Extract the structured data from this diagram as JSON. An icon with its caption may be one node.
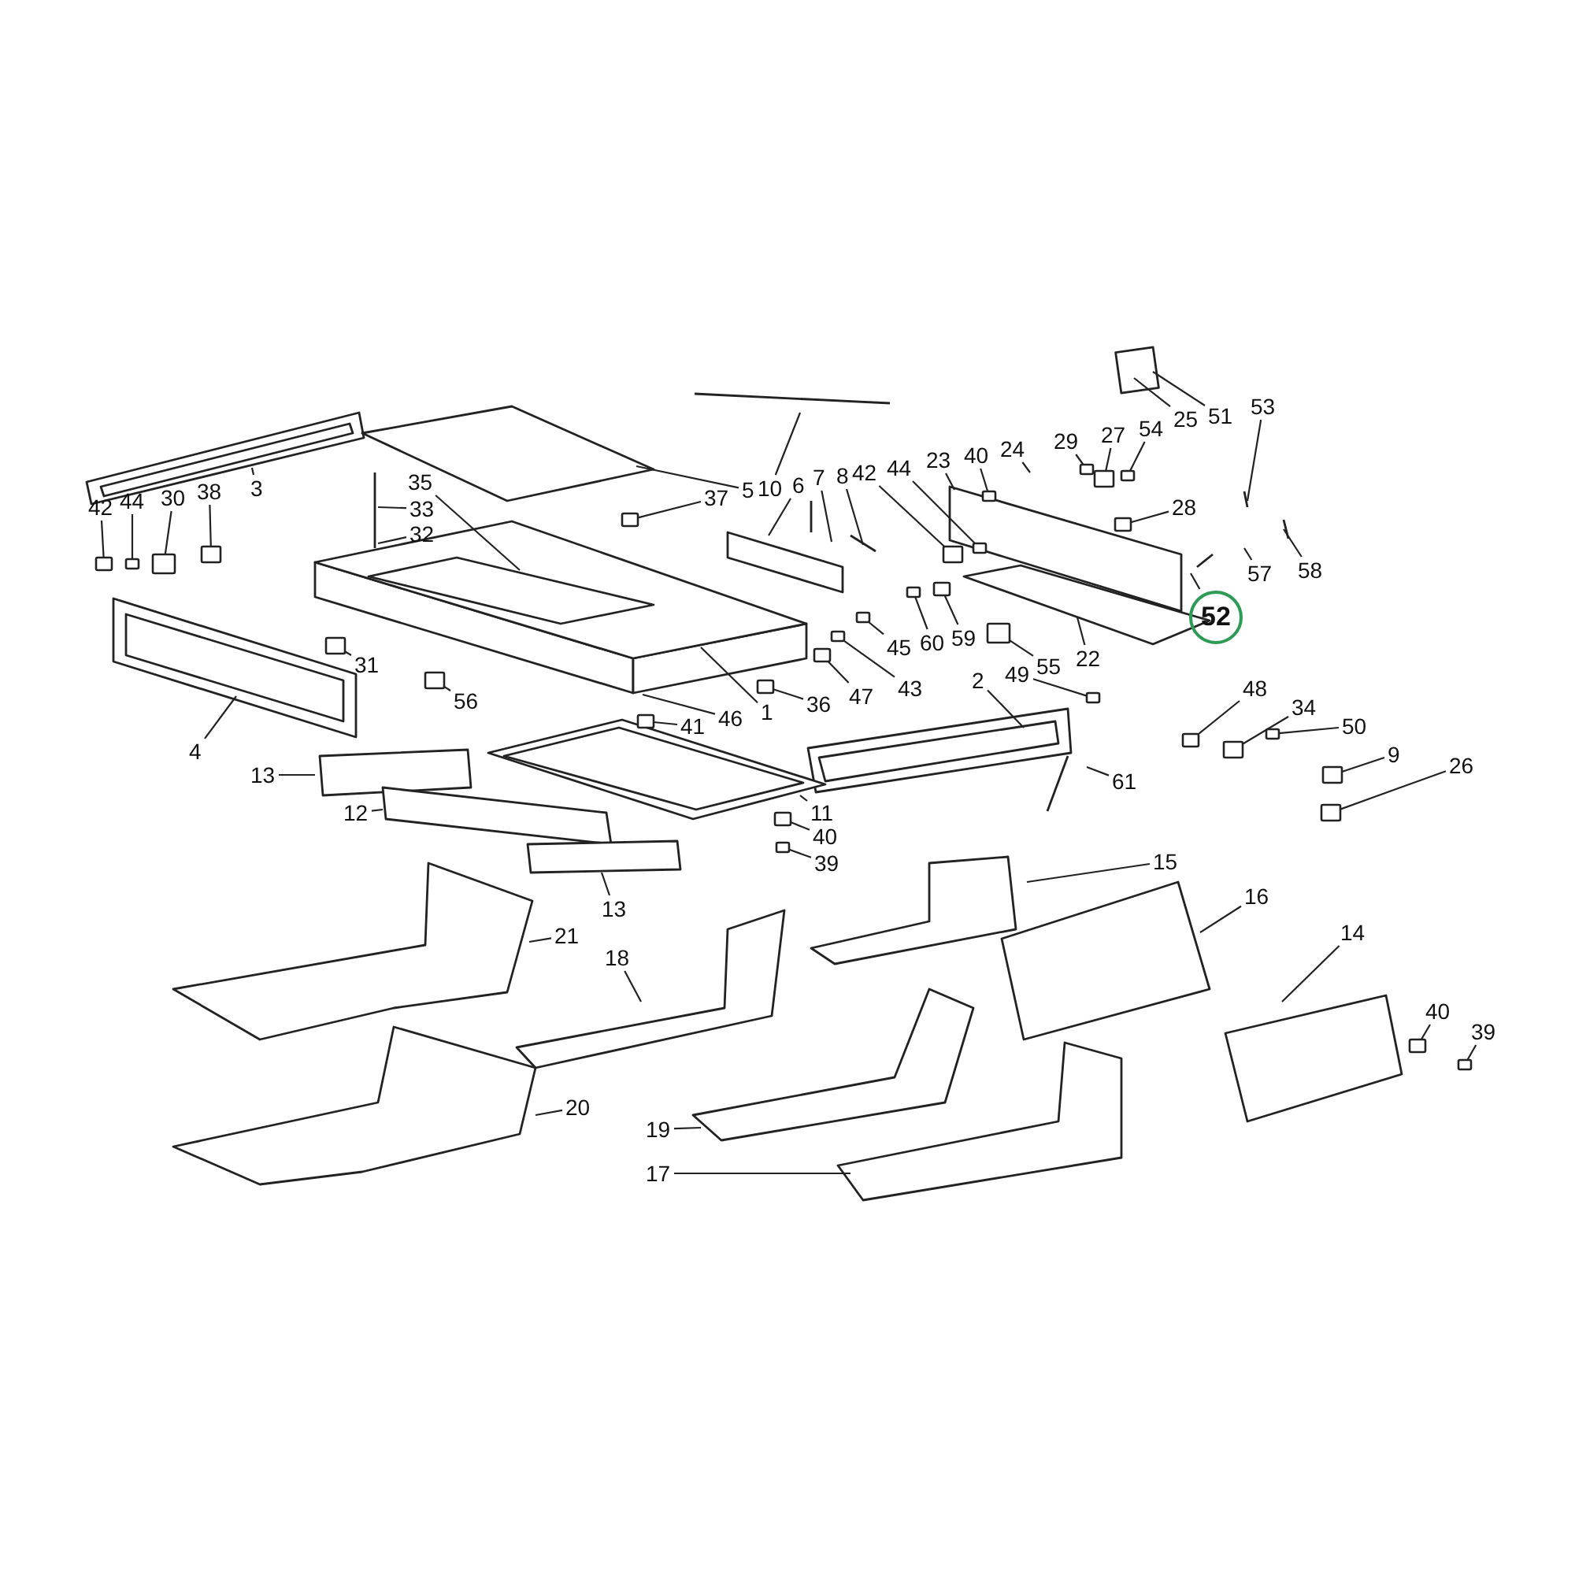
{
  "diagram": {
    "nodes": [
      {
        "text": [
          "3"
        ]
      },
      {
        "text": [
          "42"
        ]
      },
      {
        "text": [
          "44"
        ]
      },
      {
        "text": [
          "30"
        ]
      },
      {
        "text": [
          "38"
        ]
      },
      {
        "text": [
          "35"
        ]
      },
      {
        "text": [
          "33"
        ]
      },
      {
        "text": [
          "32"
        ]
      },
      {
        "text": [
          "37"
        ]
      },
      {
        "text": [
          "5"
        ]
      },
      {
        "text": [
          "10"
        ]
      },
      {
        "text": [
          "6"
        ]
      },
      {
        "text": [
          "7"
        ]
      },
      {
        "text": [
          "8"
        ]
      },
      {
        "text": [
          "42"
        ]
      },
      {
        "text": [
          "44"
        ]
      },
      {
        "text": [
          "23"
        ]
      },
      {
        "text": [
          "40"
        ]
      },
      {
        "text": [
          "24"
        ]
      },
      {
        "text": [
          "29"
        ]
      },
      {
        "text": [
          "27"
        ]
      },
      {
        "text": [
          "54"
        ]
      },
      {
        "text": [
          "25"
        ]
      },
      {
        "text": [
          "51"
        ]
      },
      {
        "text": [
          "53"
        ]
      },
      {
        "text": [
          "28"
        ]
      },
      {
        "text": [
          "58"
        ]
      },
      {
        "text": [
          "57"
        ]
      },
      {
        "text": [
          "52"
        ]
      },
      {
        "text": [
          "31"
        ]
      },
      {
        "text": [
          "56"
        ]
      },
      {
        "text": [
          "4"
        ]
      },
      {
        "text": [
          "45"
        ]
      },
      {
        "text": [
          "60"
        ]
      },
      {
        "text": [
          "59"
        ]
      },
      {
        "text": [
          "55"
        ]
      },
      {
        "text": [
          "22"
        ]
      },
      {
        "text": [
          "47"
        ]
      },
      {
        "text": [
          "43"
        ]
      },
      {
        "text": [
          "36"
        ]
      },
      {
        "text": [
          "1"
        ]
      },
      {
        "text": [
          "46"
        ]
      },
      {
        "text": [
          "41"
        ]
      },
      {
        "text": [
          "2"
        ]
      },
      {
        "text": [
          "49"
        ]
      },
      {
        "text": [
          "48"
        ]
      },
      {
        "text": [
          "34"
        ]
      },
      {
        "text": [
          "50"
        ]
      },
      {
        "text": [
          "9"
        ]
      },
      {
        "text": [
          "26"
        ]
      },
      {
        "text": [
          "61"
        ]
      },
      {
        "text": [
          "13"
        ]
      },
      {
        "text": [
          "12"
        ]
      },
      {
        "text": [
          "11"
        ]
      },
      {
        "text": [
          "40"
        ]
      },
      {
        "text": [
          "39"
        ]
      },
      {
        "text": [
          "13"
        ]
      },
      {
        "text": [
          "15"
        ]
      },
      {
        "text": [
          "16"
        ]
      },
      {
        "text": [
          "21"
        ]
      },
      {
        "text": [
          "18"
        ]
      },
      {
        "text": [
          "14"
        ]
      },
      {
        "text": [
          "40"
        ]
      },
      {
        "text": [
          "39"
        ]
      },
      {
        "text": [
          "20"
        ]
      },
      {
        "text": [
          "19"
        ]
      },
      {
        "text": [
          "17"
        ]
      },
      {
        "text": [],
        "shape": "box"
      },
      {
        "text": [],
        "shape": "box"
      },
      {
        "text": [],
        "shape": "box"
      },
      {
        "text": [],
        "shape": "box"
      },
      {
        "text": [],
        "shape": "box"
      },
      {
        "text": [],
        "shape": "box"
      },
      {
        "text": [],
        "shape": "box"
      },
      {
        "text": [],
        "shape": "box"
      },
      {
        "text": [],
        "shape": "box"
      },
      {
        "text": [],
        "shape": "box"
      },
      {
        "text": [],
        "shape": "box"
      },
      {
        "text": [],
        "shape": "box"
      },
      {
        "text": [],
        "shape": "box"
      },
      {
        "text": [],
        "shape": "box"
      },
      {
        "text": [],
        "shape": "box"
      },
      {
        "text": [],
        "shape": "box"
      },
      {
        "text": [],
        "shape": "box"
      },
      {
        "text": [],
        "shape": "box"
      },
      {
        "text": [],
        "shape": "box"
      },
      {
        "text": [],
        "shape": "box"
      },
      {
        "text": [],
        "shape": "box"
      },
      {
        "text": [],
        "shape": "box"
      },
      {
        "text": [],
        "shape": "box"
      },
      {
        "text": [],
        "shape": "box"
      },
      {
        "text": [],
        "shape": "box"
      },
      {
        "text": [],
        "shape": "box"
      },
      {
        "text": [],
        "shape": "box"
      },
      {
        "text": [],
        "shape": "box"
      },
      {
        "text": [],
        "shape": "box"
      },
      {
        "text": [],
        "shape": "box"
      },
      {
        "text": [],
        "shape": "box"
      },
      {
        "text": [],
        "shape": "box"
      }
    ],
    "edges": [
      {
        "from": 0,
        "to": null,
        "arrow": "none"
      },
      {
        "from": 1,
        "to": 67,
        "arrow": "none"
      },
      {
        "from": 2,
        "to": 68,
        "arrow": "none"
      },
      {
        "from": 3,
        "to": 69,
        "arrow": "none"
      },
      {
        "from": 4,
        "to": 70,
        "arrow": "none"
      },
      {
        "from": 5,
        "to": null,
        "arrow": "none"
      },
      {
        "from": 6,
        "to": null,
        "arrow": "none"
      },
      {
        "from": 7,
        "to": null,
        "arrow": "none"
      },
      {
        "from": 8,
        "to": 71,
        "arrow": "none"
      },
      {
        "from": 9,
        "to": null,
        "arrow": "none"
      },
      {
        "from": 10,
        "to": null,
        "arrow": "none"
      },
      {
        "from": 11,
        "to": null,
        "arrow": "none"
      },
      {
        "from": 12,
        "to": null,
        "arrow": "none"
      },
      {
        "from": 13,
        "to": null,
        "arrow": "none"
      },
      {
        "from": 14,
        "to": 72,
        "arrow": "none"
      },
      {
        "from": 15,
        "to": 73,
        "arrow": "none"
      },
      {
        "from": 16,
        "to": null,
        "arrow": "none"
      },
      {
        "from": 17,
        "to": 74,
        "arrow": "none"
      },
      {
        "from": 18,
        "to": null,
        "arrow": "none"
      },
      {
        "from": 19,
        "to": 75,
        "arrow": "none"
      },
      {
        "from": 20,
        "to": 76,
        "arrow": "none"
      },
      {
        "from": 21,
        "to": 77,
        "arrow": "none"
      },
      {
        "from": 22,
        "to": null,
        "arrow": "none"
      },
      {
        "from": 23,
        "to": null,
        "arrow": "none"
      },
      {
        "from": 24,
        "to": null,
        "arrow": "none"
      },
      {
        "from": 25,
        "to": 78,
        "arrow": "none"
      },
      {
        "from": 26,
        "to": null,
        "arrow": "none"
      },
      {
        "from": 27,
        "to": null,
        "arrow": "none"
      },
      {
        "from": 28,
        "to": null,
        "arrow": "none"
      },
      {
        "from": 29,
        "to": 79,
        "arrow": "none"
      },
      {
        "from": 30,
        "to": 80,
        "arrow": "none"
      },
      {
        "from": 31,
        "to": null,
        "arrow": "none"
      },
      {
        "from": 32,
        "to": 81,
        "arrow": "none"
      },
      {
        "from": 33,
        "to": 82,
        "arrow": "none"
      },
      {
        "from": 34,
        "to": 83,
        "arrow": "none"
      },
      {
        "from": 35,
        "to": 84,
        "arrow": "none"
      },
      {
        "from": 36,
        "to": null,
        "arrow": "none"
      },
      {
        "from": 37,
        "to": 85,
        "arrow": "none"
      },
      {
        "from": 38,
        "to": 86,
        "arrow": "none"
      },
      {
        "from": 39,
        "to": 87,
        "arrow": "none"
      },
      {
        "from": 40,
        "to": null,
        "arrow": "none"
      },
      {
        "from": 41,
        "to": null,
        "arrow": "none"
      },
      {
        "from": 42,
        "to": 88,
        "arrow": "none"
      },
      {
        "from": 43,
        "to": null,
        "arrow": "none"
      },
      {
        "from": 44,
        "to": 89,
        "arrow": "none"
      },
      {
        "from": 45,
        "to": 90,
        "arrow": "none"
      },
      {
        "from": 46,
        "to": 91,
        "arrow": "none"
      },
      {
        "from": 47,
        "to": 92,
        "arrow": "none"
      },
      {
        "from": 48,
        "to": 93,
        "arrow": "none"
      },
      {
        "from": 49,
        "to": 94,
        "arrow": "none"
      },
      {
        "from": 50,
        "to": null,
        "arrow": "none"
      },
      {
        "from": 51,
        "to": null,
        "arrow": "none"
      },
      {
        "from": 52,
        "to": null,
        "arrow": "none"
      },
      {
        "from": 53,
        "to": null,
        "arrow": "none"
      },
      {
        "from": 54,
        "to": 95,
        "arrow": "none"
      },
      {
        "from": 55,
        "to": 96,
        "arrow": "none"
      },
      {
        "from": 56,
        "to": null,
        "arrow": "none"
      },
      {
        "from": 57,
        "to": null,
        "arrow": "none"
      },
      {
        "from": 58,
        "to": null,
        "arrow": "none"
      },
      {
        "from": 59,
        "to": null,
        "arrow": "none"
      },
      {
        "from": 60,
        "to": null,
        "arrow": "none"
      },
      {
        "from": 61,
        "to": null,
        "arrow": "none"
      },
      {
        "from": 62,
        "to": 97,
        "arrow": "none"
      },
      {
        "from": 63,
        "to": 98,
        "arrow": "none"
      },
      {
        "from": 64,
        "to": null,
        "arrow": "none"
      },
      {
        "from": 65,
        "to": null,
        "arrow": "none"
      },
      {
        "from": 66,
        "to": null,
        "arrow": "none"
      }
    ]
  }
}
